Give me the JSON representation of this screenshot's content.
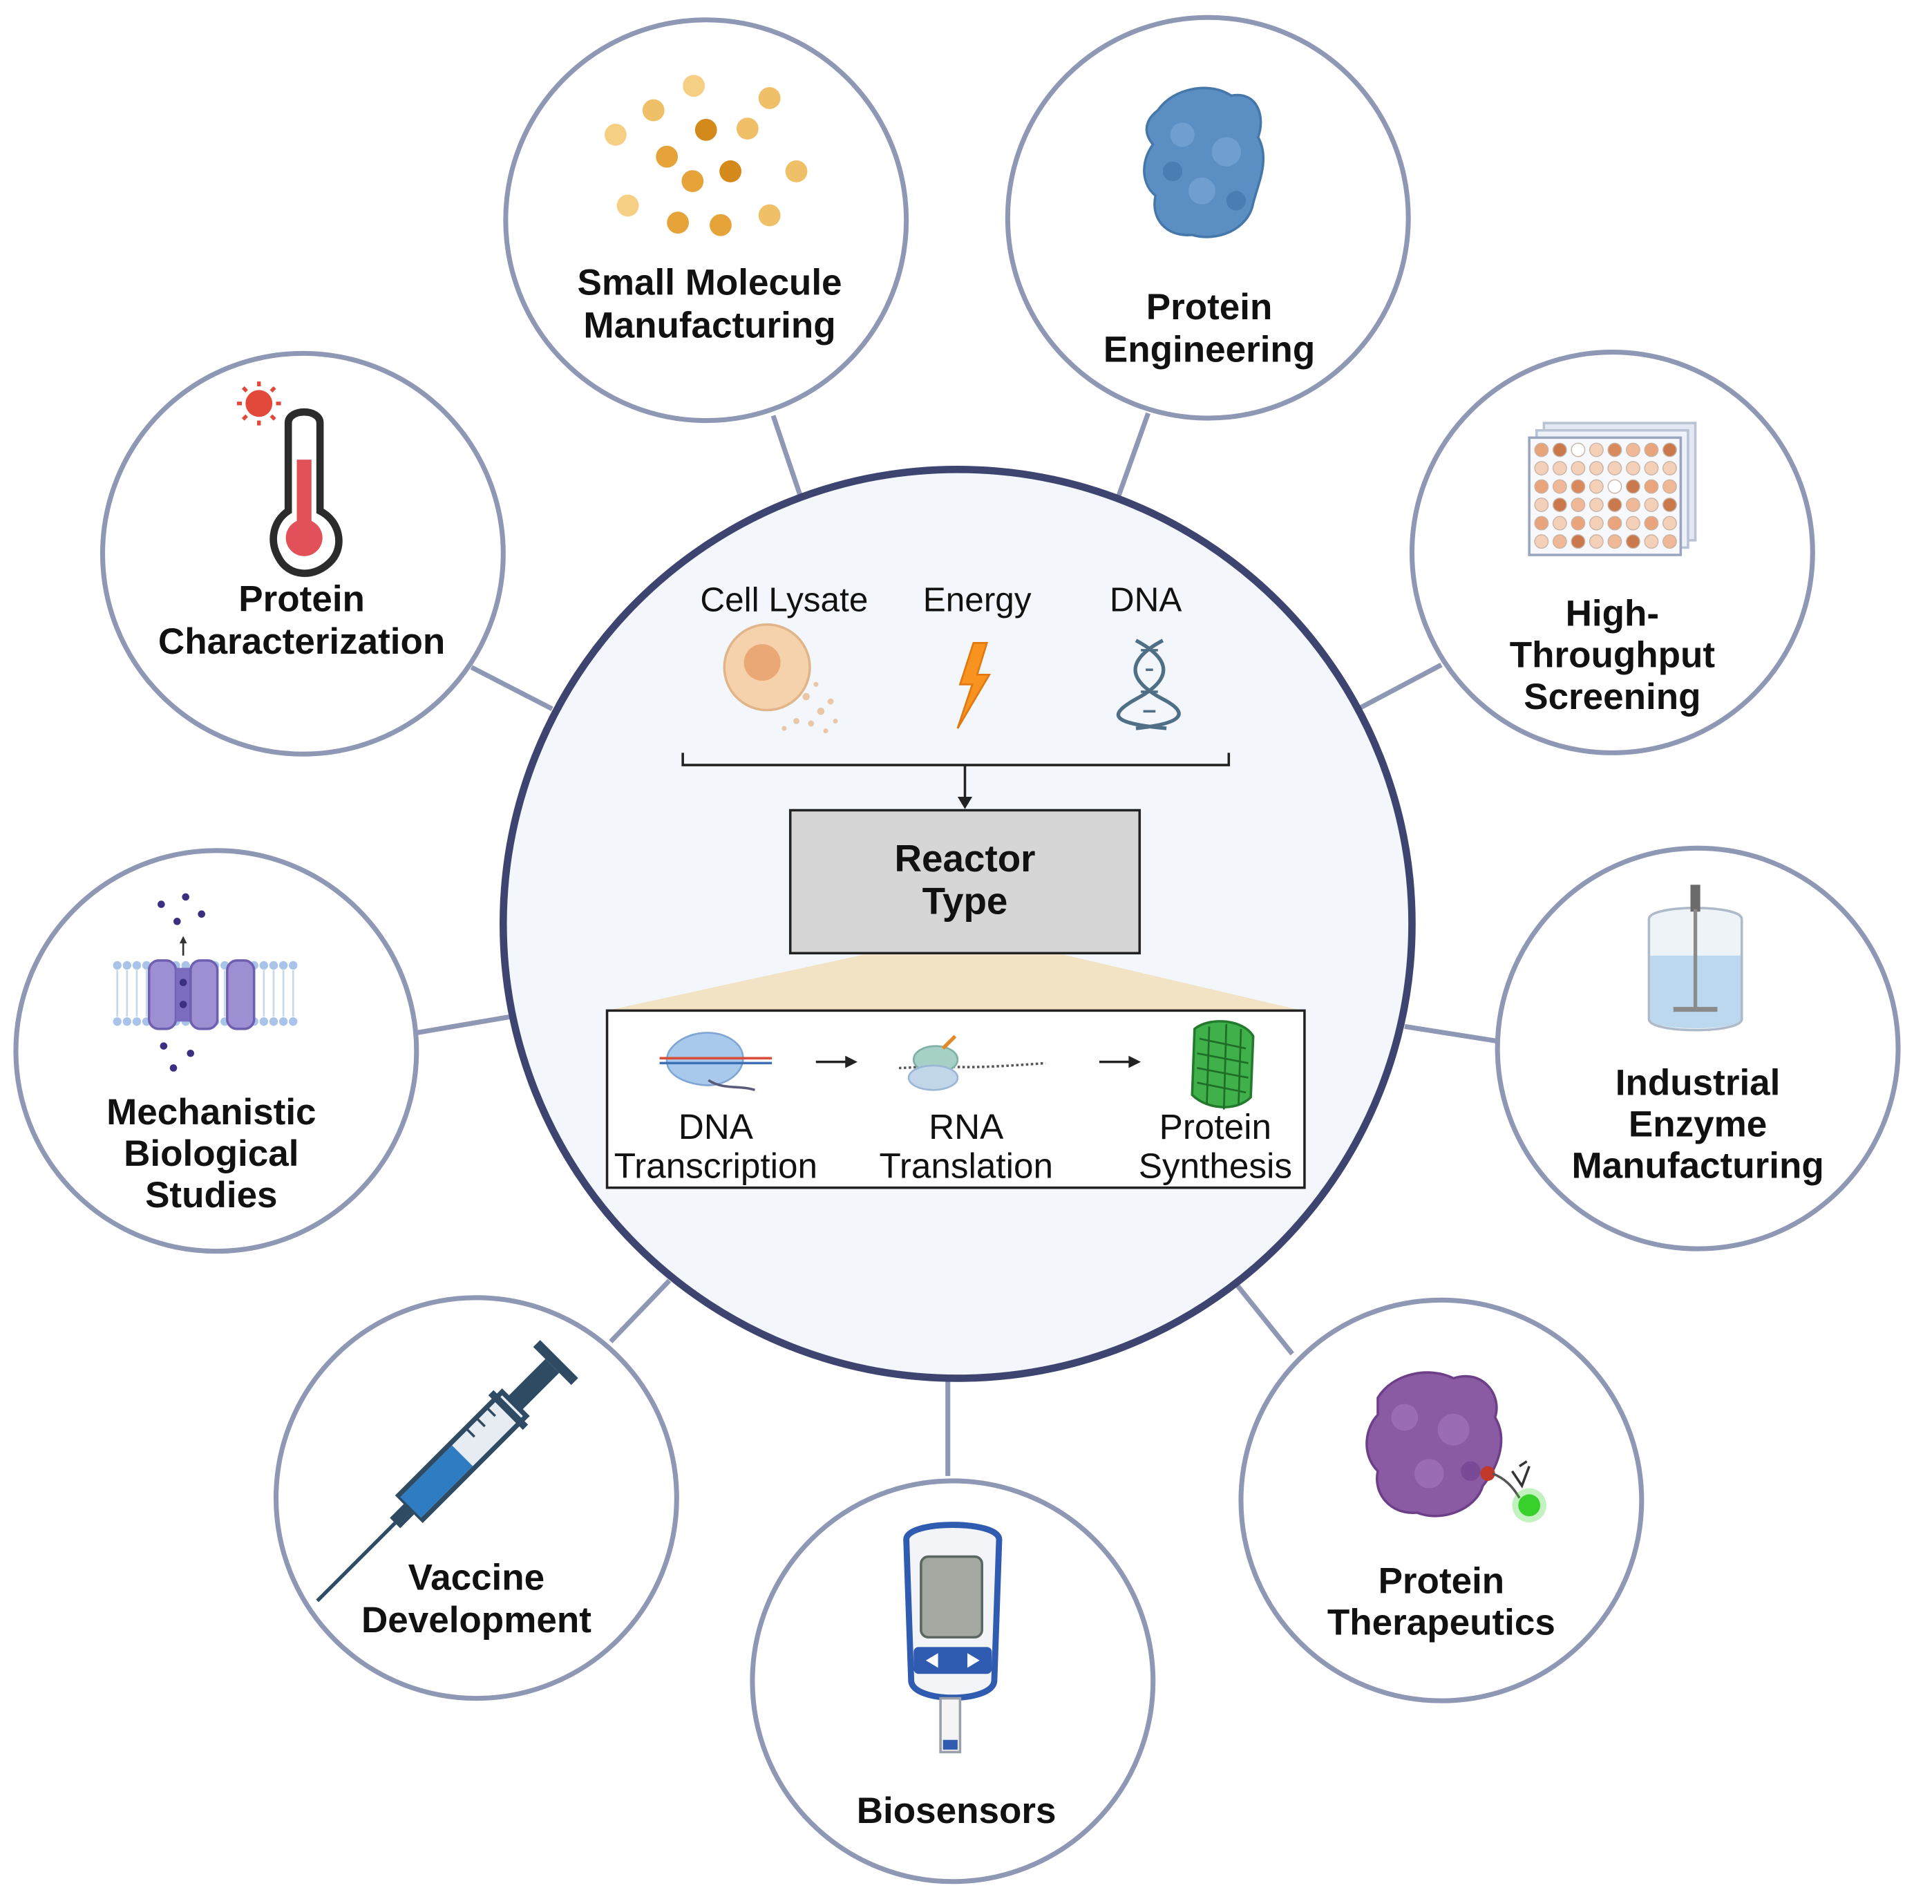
{
  "center": {
    "inputs": [
      {
        "label": "Cell Lysate",
        "icon": "cell-lysate-icon"
      },
      {
        "label": "Energy",
        "icon": "lightning-icon"
      },
      {
        "label": "DNA",
        "icon": "dna-helix-icon"
      }
    ],
    "reactor": {
      "line1": "Reactor",
      "line2": "Type"
    },
    "steps": [
      {
        "line1": "DNA",
        "line2": "Transcription",
        "icon": "transcription-icon"
      },
      {
        "line1": "RNA",
        "line2": "Translation",
        "icon": "ribosome-icon"
      },
      {
        "line1": "Protein",
        "line2": "Synthesis",
        "icon": "green-protein-icon"
      }
    ]
  },
  "applications": [
    {
      "lines": [
        "Small Molecule",
        "Manufacturing"
      ],
      "icon": "small-molecules-icon"
    },
    {
      "lines": [
        "Protein",
        "Engineering"
      ],
      "icon": "protein-structure-icon"
    },
    {
      "lines": [
        "High-",
        "Throughput",
        "Screening"
      ],
      "icon": "well-plate-icon"
    },
    {
      "lines": [
        "Industrial",
        "Enzyme",
        "Manufacturing"
      ],
      "icon": "bioreactor-icon"
    },
    {
      "lines": [
        "Protein",
        "Therapeutics"
      ],
      "icon": "therapeutic-protein-icon"
    },
    {
      "lines": [
        "Biosensors"
      ],
      "icon": "glucose-meter-icon"
    },
    {
      "lines": [
        "Vaccine",
        "Development"
      ],
      "icon": "syringe-icon"
    },
    {
      "lines": [
        "Mechanistic",
        "Biological",
        "Studies"
      ],
      "icon": "membrane-channel-icon"
    },
    {
      "lines": [
        "Protein",
        "Characterization"
      ],
      "icon": "thermometer-icon"
    }
  ],
  "colors": {
    "ring": "#8e98b5",
    "center_ring": "#3e4470",
    "center_fill": "#f3f6fb",
    "reactor_fill": "#d6d6d6",
    "funnel": "#f1e3c4"
  }
}
